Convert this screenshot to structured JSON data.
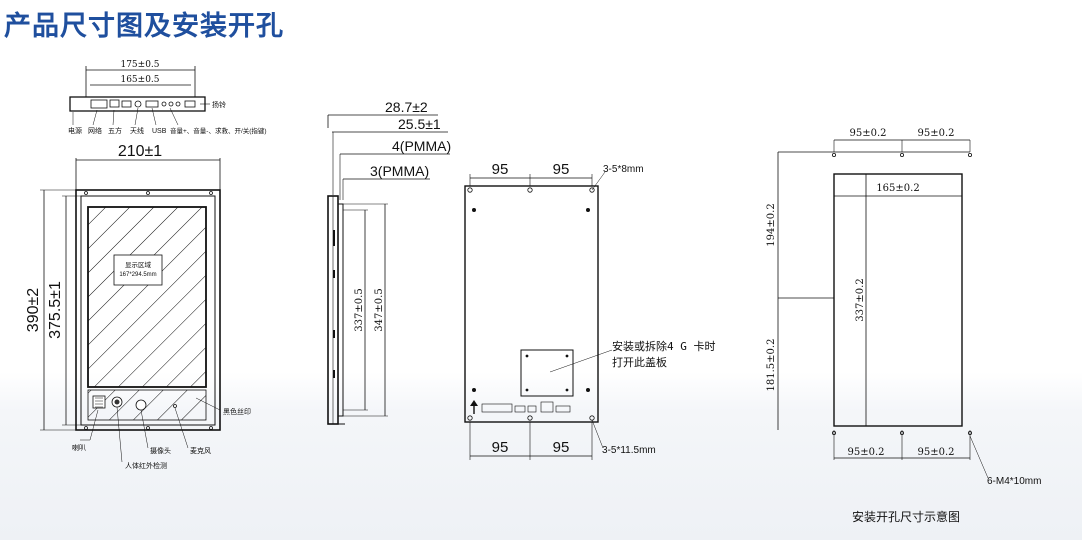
{
  "page": {
    "title": "产品尺寸图及安装开孔"
  },
  "front": {
    "top_width_outer": "175±0.5",
    "top_width_inner": "165±0.5",
    "port_labels": [
      "电源",
      "网络",
      "五方",
      "天线",
      "USB",
      "音量+、音量-、求救、开/关(指键)"
    ],
    "port_right": "扬铃",
    "width": "210±1",
    "height_outer": "390±2",
    "height_inner": "375.5±1",
    "display_area_title": "显示区域",
    "display_area_size": "167*294.5mm",
    "speaker": "喇叭",
    "ir_sensor": "人体红外检测",
    "camera": "摄像头",
    "mic": "麦克风",
    "black_screen": "黑色丝印"
  },
  "side": {
    "depth_total": "28.7±2",
    "depth_body": "25.5±1",
    "pmma_4": "4(PMMA)",
    "pmma_3": "3(PMMA)",
    "height_337": "337±0.5",
    "height_347": "347±0.5"
  },
  "back": {
    "spacing_top_left": "95",
    "spacing_top_right": "95",
    "top_holes": "3-5*8mm",
    "spacing_bottom_left": "95",
    "spacing_bottom_right": "95",
    "bottom_holes": "3-5*11.5mm",
    "cover_note_line1": "安装或拆除4 G 卡时",
    "cover_note_line2": "打开此盖板"
  },
  "cutout": {
    "top_left": "95±0.2",
    "top_right": "95±0.2",
    "inner_width": "165±0.2",
    "left_upper": "194±0.2",
    "left_lower": "181.5±0.2",
    "inner_height": "337±0.2",
    "bottom_left": "95±0.2",
    "bottom_right": "95±0.2",
    "screws": "6-M4*10mm",
    "caption": "安装开孔尺寸示意图"
  }
}
